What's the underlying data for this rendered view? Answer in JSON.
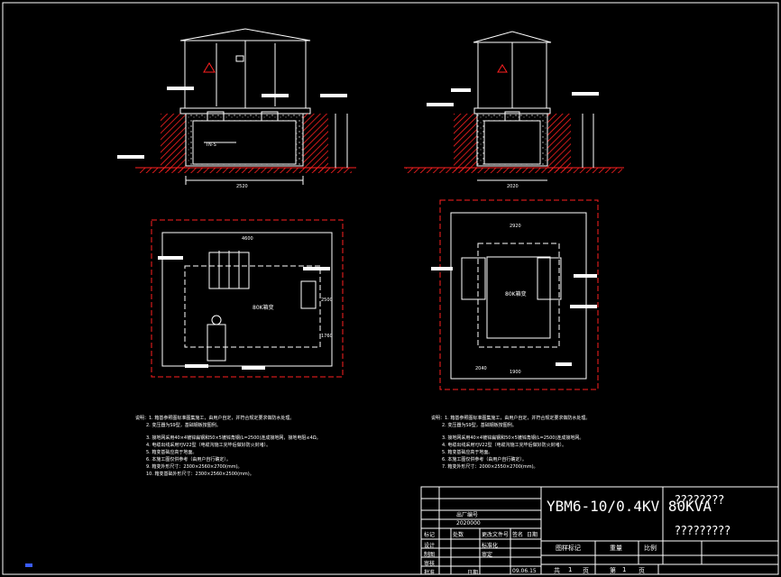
{
  "title_block": {
    "main_title": "YBM6-10/0.4KV 80KVA",
    "project_name_line1": "????????",
    "project_name_line2": "?????????",
    "factory_no_label": "出厂编号",
    "factory_no_value": "2020000",
    "row_labels": [
      "设计",
      "制图",
      "审核",
      "批准"
    ],
    "header_cells": [
      "标记",
      "处数",
      "更改文件号",
      "签名",
      "日期"
    ],
    "col_labels": [
      "图样标记",
      "重量",
      "比例"
    ],
    "approval": [
      "标准化",
      "审定",
      "日期"
    ],
    "date_value": "09.06.15",
    "sheet_total_label": "共",
    "sheet_total": "1",
    "sheet_unit": "页",
    "sheet_no_label": "第",
    "sheet_no": "1",
    "sheet_no_unit": "页"
  },
  "left_views": {
    "dim_width": "2520",
    "box_label": "80K箱变",
    "dim_top": "4600",
    "dim_side_1": "2500",
    "dim_side_2": "1760",
    "note_grid": "TN-S"
  },
  "right_views": {
    "dim_width": "2020",
    "box_label": "80K箱变",
    "dim_top": "2920",
    "dim_bottom": "1900",
    "dim_bottom_2": "2040"
  },
  "notes_left": {
    "heading": "说明：1. 箱基参照图标准图集施工，由用户自定，并符合规定要求做防水处理。",
    "lines": [
      "2. 变压器为S9型，基础钢板按图例。",
      "3. 接地网采用40×4镀锌扁钢和50×5镀锌角钢(L=2500)连成接地网，接地电阻≤4Ω。",
      "4. 电缆出线采用YJV22型（电缆沟施工完毕后做好防火封堵）。",
      "5. 箱变基础应高于地面。",
      "6. 本施工图仅供参考（由用户自行确定）。",
      "9. 箱变外形尺寸：2300×2560×2700(mm)。",
      "10. 箱变基础外形尺寸：2300×2560×2500(mm)。"
    ]
  },
  "notes_right": {
    "heading": "说明：1. 箱基参照图标准图集施工，由用户自定，并符合规定要求做防水处理。",
    "lines": [
      "2. 变压器为S9型，基础钢板按图例。",
      "3. 接地网采用40×4镀锌扁钢和50×5镀锌角钢(L=2500)连成接地网。",
      "4. 电缆出线采用YJV22型（电缆沟施工完毕后做好防火封堵）。",
      "5. 箱变基础应高于地面。",
      "6. 本施工图仅供参考（由用户自行确定）。",
      "7. 箱变外形尺寸：2000×2550×2700(mm)。"
    ]
  },
  "colors": {
    "background": "#000000",
    "line": "#ffffff",
    "accent": "#ff2020",
    "marker": "#3a5cff"
  }
}
